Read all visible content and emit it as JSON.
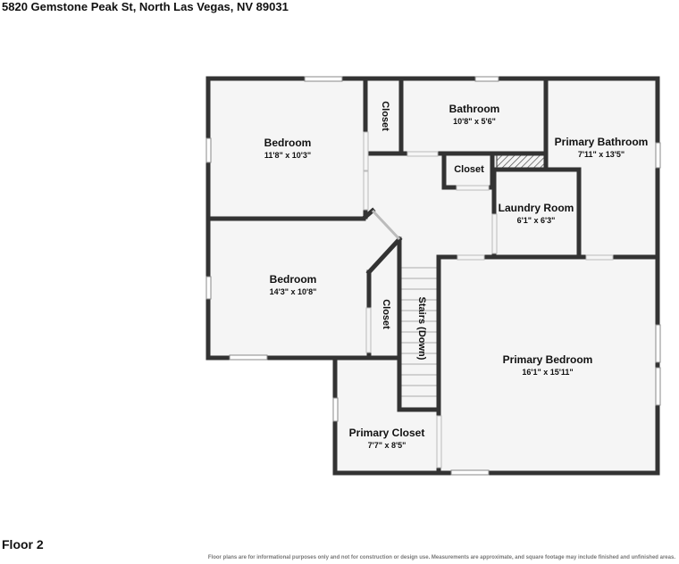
{
  "header": {
    "address": "5820 Gemstone Peak St, North Las Vegas, NV 89031"
  },
  "footer": {
    "floor": "Floor 2",
    "disclaimer": "Floor plans are for informational purposes only and not for construction or design use. Measurements are approximate, and square footage may include finished and unfinished areas."
  },
  "rooms": {
    "bedroom_1": {
      "name": "Bedroom",
      "dims": "11'8\" x 10'3\""
    },
    "closet_1": {
      "name": "Closet"
    },
    "bathroom": {
      "name": "Bathroom",
      "dims": "10'8\" x 5'6\""
    },
    "primary_bathroom": {
      "name": "Primary Bathroom",
      "dims": "7'11\" x 13'5\""
    },
    "closet_hall": {
      "name": "Closet"
    },
    "laundry": {
      "name": "Laundry Room",
      "dims": "6'1\" x 6'3\""
    },
    "bedroom_2": {
      "name": "Bedroom",
      "dims": "14'3\" x 10'8\""
    },
    "closet_2": {
      "name": "Closet"
    },
    "stairs": {
      "name": "Stairs (Down)"
    },
    "primary_bedroom": {
      "name": "Primary Bedroom",
      "dims": "16'1\" x 15'11\""
    },
    "primary_closet": {
      "name": "Primary Closet",
      "dims": "7'7\" x 8'5\""
    }
  },
  "colors": {
    "wall": "#333333",
    "floor": "#f5f5f5",
    "window": "#ffffff",
    "hatch": "#555555"
  }
}
